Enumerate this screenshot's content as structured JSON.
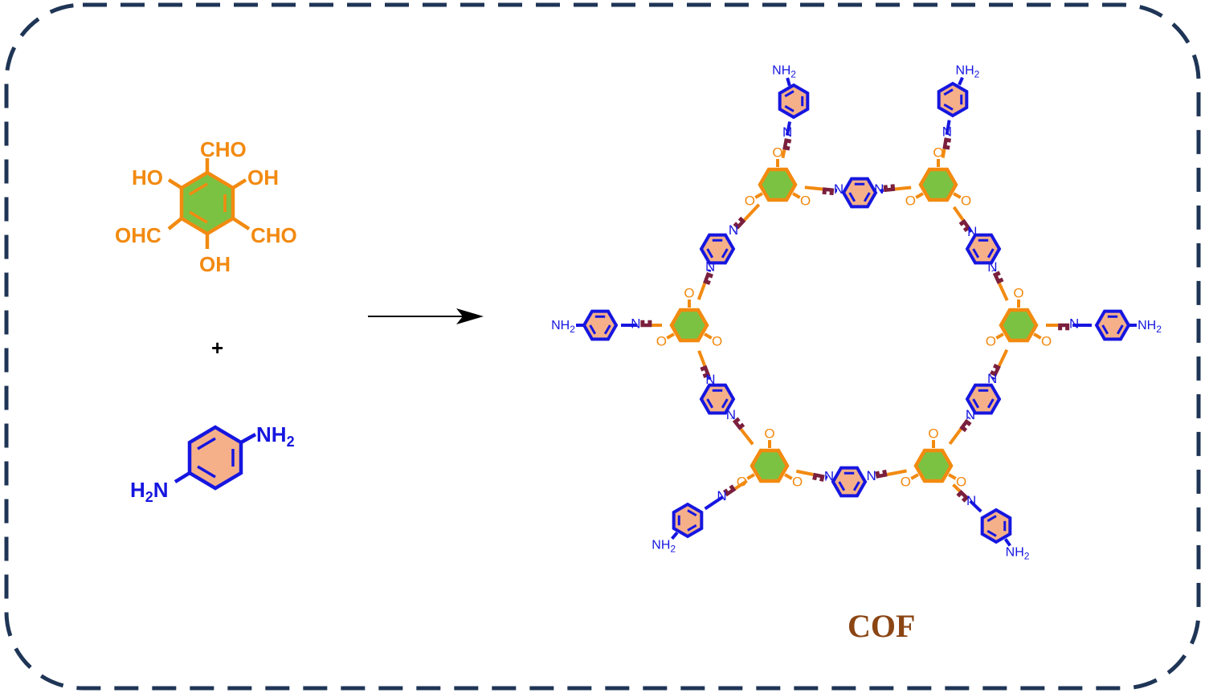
{
  "colors": {
    "border": "#1f3556",
    "aldehyde": "#f28a10",
    "aromatic_fill_aldehyde": "#7cc242",
    "amine": "#1616e0",
    "aromatic_fill_amine": "#f5b08a",
    "imine_bond": "#7a1f3d",
    "product_label": "#8b4513",
    "arrow": "#000000"
  },
  "reactant_aldehyde": {
    "top": "CHO",
    "upper_left": "HO",
    "upper_right": "OH",
    "lower_left": "OHC",
    "lower_right": "CHO",
    "bottom": "OH"
  },
  "operator": "+",
  "reactant_amine": {
    "nh2_upper": "NH",
    "nh2_lower": "H",
    "subscript": "2",
    "lower_n": "N"
  },
  "product": {
    "label": "COF",
    "imine_n": "N",
    "carbonyl_o": "O",
    "terminal_nh": "NH",
    "terminal_h": "H",
    "terminal_n": "N",
    "subscript": "2"
  }
}
